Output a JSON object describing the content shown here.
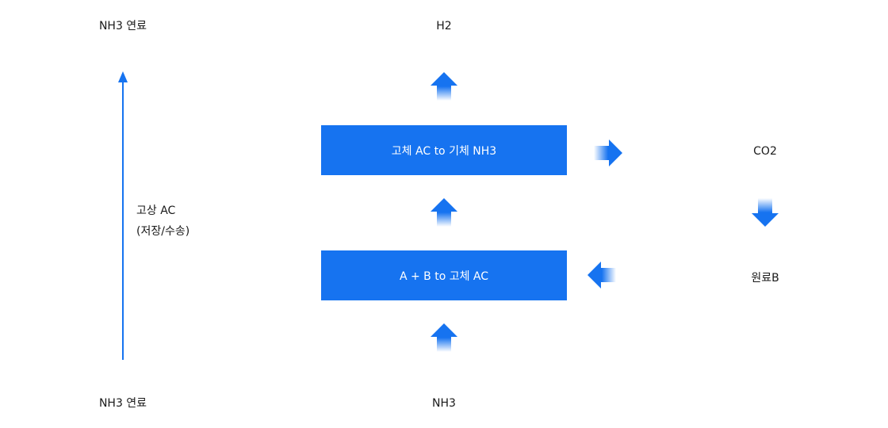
{
  "labels": {
    "top_left": "NH3 연료",
    "bottom_left": "NH3 연료",
    "top_center": "H2",
    "bottom_center": "NH3",
    "right_top": "CO2",
    "right_bottom": "원료B",
    "side_line1": "고상 AC",
    "side_line2": "(저장/수송)"
  },
  "boxes": {
    "upper": "고체 AC to 기체 NH3",
    "lower": "A + B to 고체 AC"
  },
  "colors": {
    "accent": "#1673f0"
  }
}
